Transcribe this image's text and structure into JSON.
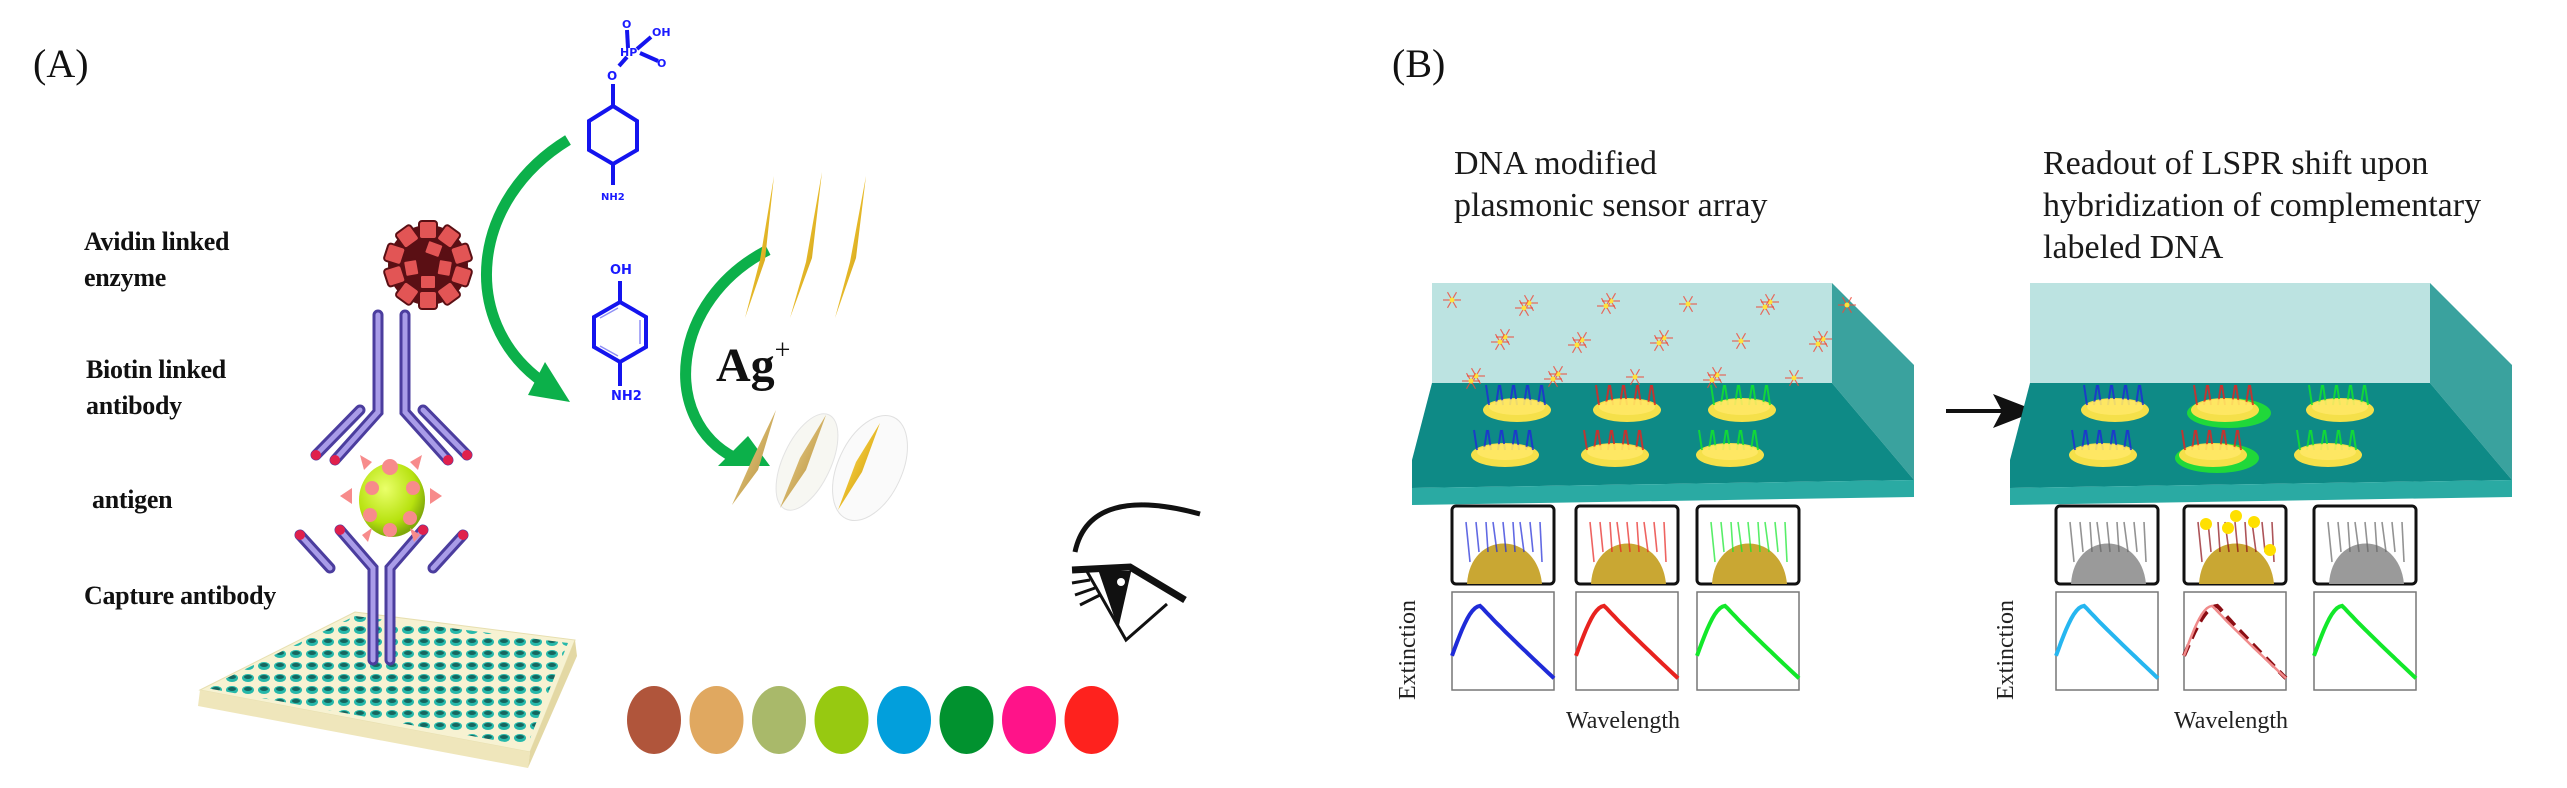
{
  "panels": {
    "a": {
      "label": "(A)",
      "labels": {
        "avidin_line1": "Avidin linked",
        "avidin_line2": "enzyme",
        "biotin_line1": "Biotin linked",
        "biotin_line2": "antibody",
        "antigen": "antigen",
        "capture": "Capture antibody"
      },
      "reagent": {
        "symbol": "Ag",
        "charge": "+"
      },
      "molecule_top": {
        "phosphate_o1": "O",
        "phosphate_oh": "OH",
        "phosphate_p": "HP",
        "phosphate_o2": "O",
        "ester_o": "O",
        "amine": "NH2"
      },
      "molecule_bottom": {
        "hydroxyl": "OH",
        "amine": "NH2"
      },
      "color_scale": [
        "#b0553b",
        "#e0a860",
        "#a9b96a",
        "#97c911",
        "#029fdc",
        "#01922f",
        "#ff1389",
        "#fe221e"
      ],
      "accent_colors": {
        "arrow": "#0cb04a",
        "molecule": "#1414ee",
        "antibody": "#8a7fd0",
        "enzyme": "#c43a3a",
        "antigen": "#b7e20f",
        "nanostar": "#e8bb2a"
      }
    },
    "b": {
      "label": "(B)",
      "left_title_line1": "DNA modified",
      "left_title_line2": "plasmonic sensor array",
      "right_title_line1": "Readout of LSPR shift upon",
      "right_title_line2": "hybridization of complementary",
      "right_title_line3": "labeled  DNA",
      "y_axis_label": "Extinction",
      "x_axis_label": "Wavelength",
      "accent_colors": {
        "substrate": "#0e8a86",
        "wall": "#b5e0de",
        "blue": "#1f2bd8",
        "red": "#e8231f",
        "green": "#12e82a",
        "lightblue": "#26b6f0",
        "darkred": "#8b0d13",
        "pink": "#f08a8a",
        "gold": "#c9a733",
        "gray": "#9a9a9a"
      },
      "before": {
        "spectra": [
          {
            "color": "blue",
            "style": "solid"
          },
          {
            "color": "red",
            "style": "solid"
          },
          {
            "color": "green",
            "style": "solid"
          }
        ]
      },
      "after": {
        "spectra": [
          {
            "color": "lightblue",
            "style": "solid"
          },
          {
            "color": "pink",
            "style": "solid",
            "shifted": "darkred"
          },
          {
            "color": "green",
            "style": "solid"
          }
        ]
      }
    }
  }
}
